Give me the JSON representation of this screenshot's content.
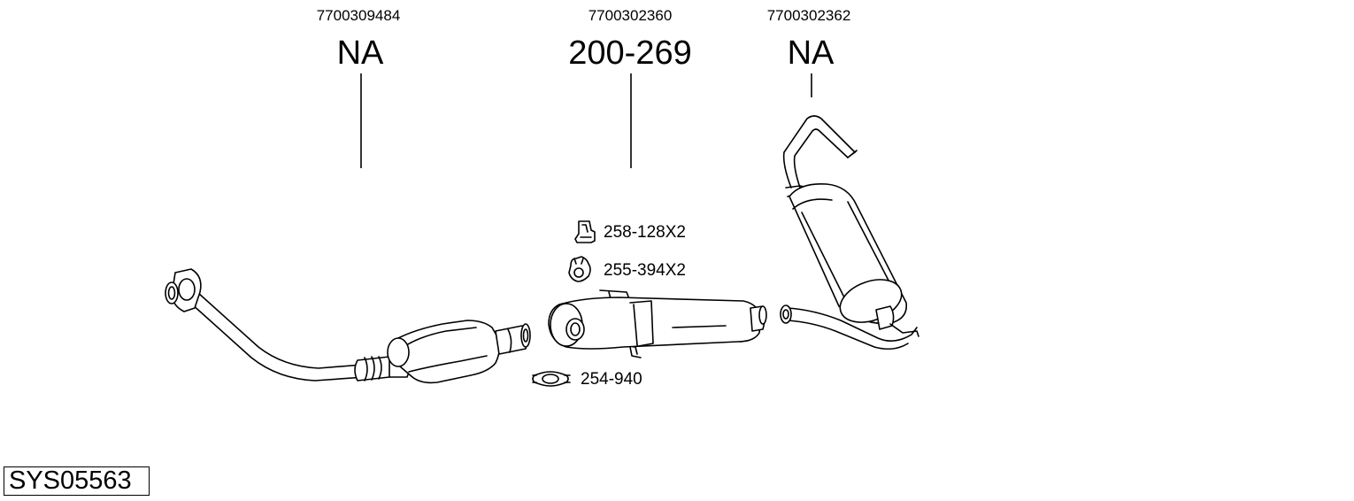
{
  "parts": [
    {
      "id": "front-pipe-catalyst",
      "oe_number": "7700309484",
      "code": "NA"
    },
    {
      "id": "middle-silencer",
      "oe_number": "7700302360",
      "code": "200-269"
    },
    {
      "id": "rear-silencer",
      "oe_number": "7700302362",
      "code": "NA"
    }
  ],
  "accessories": [
    {
      "icon": "rubber-hanger-icon",
      "label": "258-128X2"
    },
    {
      "icon": "rubber-mounting-ring-icon",
      "label": "255-394X2"
    },
    {
      "icon": "pipe-clamp-icon",
      "label": "254-940"
    }
  ],
  "system_id": "SYS05563"
}
